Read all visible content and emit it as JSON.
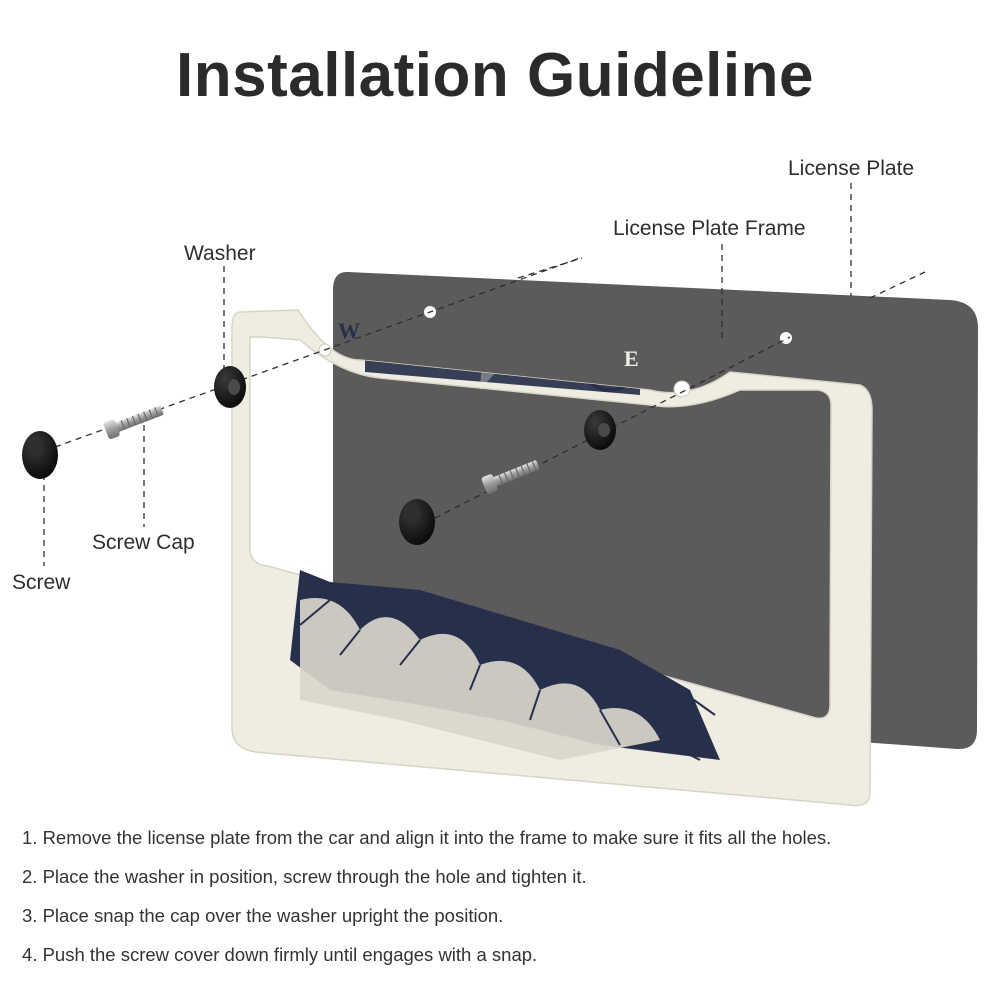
{
  "title": "Installation Guideline",
  "labels": {
    "license_plate": "License Plate",
    "license_plate_frame": "License Plate Frame",
    "washer": "Washer",
    "screw_cap": "Screw Cap",
    "screw": "Screw"
  },
  "frame_print": {
    "west": "W",
    "east": "E"
  },
  "steps": [
    "1. Remove the license plate from the car and align it into the frame to make sure it fits all the holes.",
    "2. Place the washer in position, screw through the hole and tighten it.",
    "3. Place snap the cap over the washer upright the position.",
    "4. Push the screw cover down firmly until engages with a snap."
  ],
  "colors": {
    "plate": "#5b5b5b",
    "frame": "#efece2",
    "navy_print": "#27304a",
    "hardware": "#111111",
    "screw_metal": "#a9a9a9"
  }
}
